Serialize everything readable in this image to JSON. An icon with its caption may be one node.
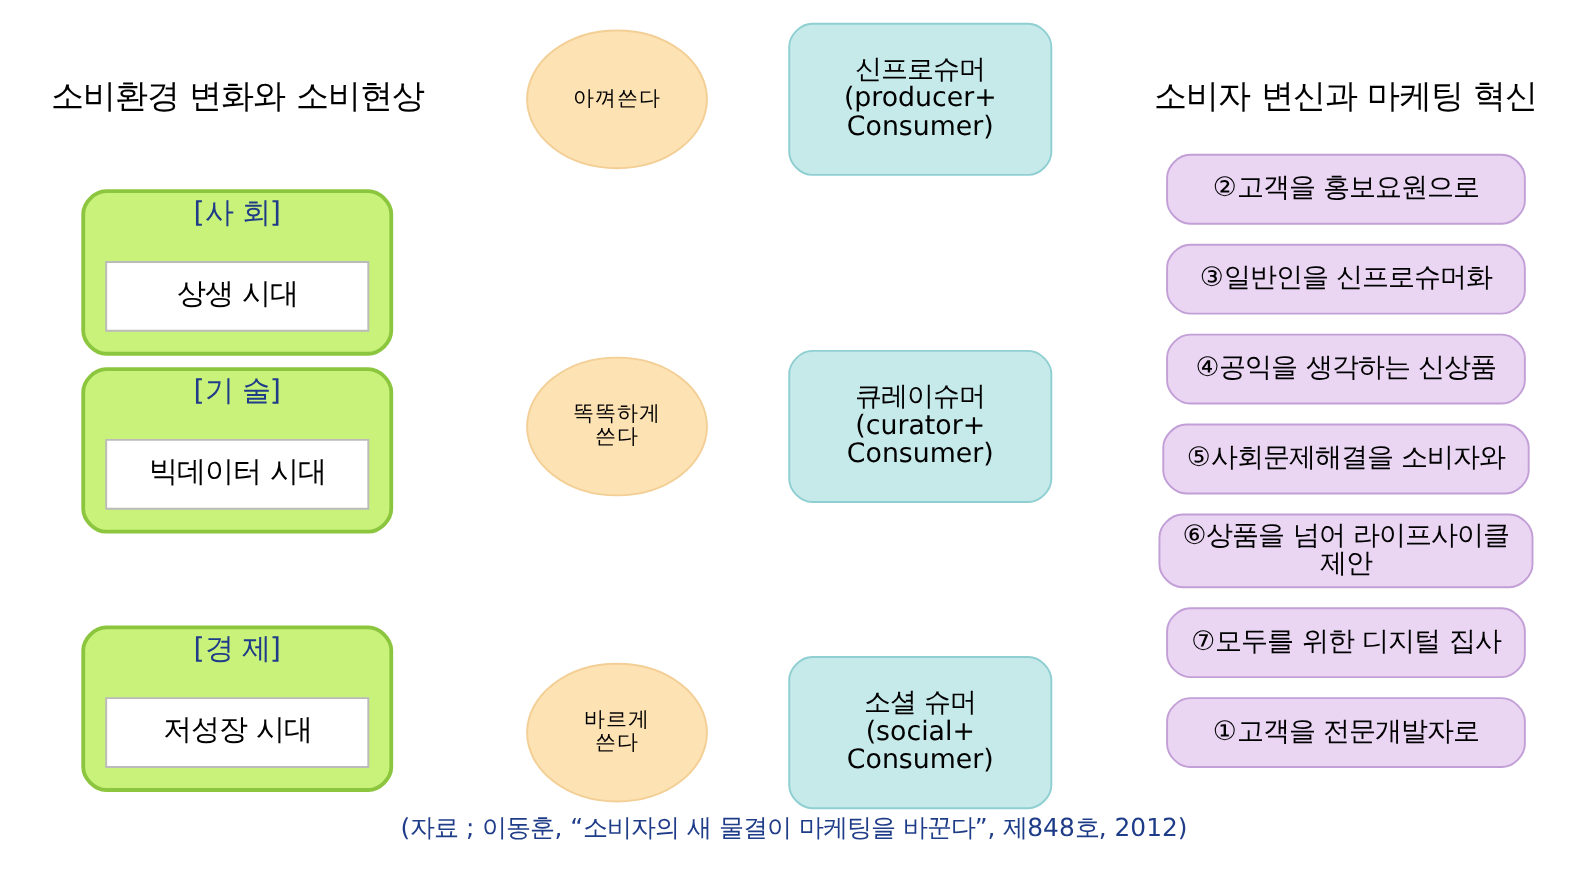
{
  "diagram": {
    "caption": "(자료 ; 이동훈, “소비자의 새 물결이 마케팅을 바꾼다”, 제848호, 2012)",
    "nodes": [
      {
        "text": [
          "[경 제]"
        ]
      },
      {
        "text": [
          "저성장 시대"
        ],
        "in": 0
      },
      {
        "text": [
          "[사 회]"
        ]
      },
      {
        "text": [
          "상생 시대"
        ],
        "in": 2
      },
      {
        "text": [
          "[기 술]"
        ]
      },
      {
        "text": [
          "빅데이터 시대"
        ],
        "in": 4
      },
      {
        "text": [
          "아껴쓴다"
        ]
      },
      {
        "text": [
          "바르게 쓴다"
        ]
      },
      {
        "text": [
          "똑똑하게 쓴다"
        ]
      },
      {
        "text": [
          "신프로슈머 (producer+ Consumer)"
        ]
      },
      {
        "text": [
          "소셜 슈머 (social+ Consumer)"
        ]
      },
      {
        "text": [
          "큐레이슈머 (curator+ Consumer)"
        ]
      },
      {
        "text": [
          "①고객을 전문개발자로"
        ]
      },
      {
        "text": [
          "②고객을 홍보요원으로"
        ]
      },
      {
        "text": [
          "③일반인을 신프로슈머화"
        ]
      },
      {
        "text": [
          "④공익을 생각하는 신상품"
        ]
      },
      {
        "text": [
          "⑤사회문제해결을 소비자와"
        ]
      },
      {
        "text": [
          "⑥상품을 넘어 라이프사이클 제안"
        ]
      },
      {
        "text": [
          "⑦모두를 위한 디지털 집사"
        ]
      }
    ],
    "edges": [],
    "labels": [
      "소비환경 변화와 소비현상",
      "소비자 변신과 마케팅 혁신"
    ]
  }
}
